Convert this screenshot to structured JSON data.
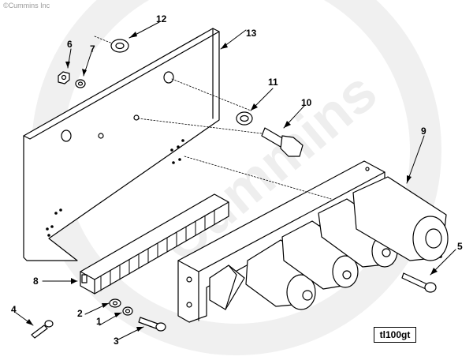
{
  "copyright": "©Cummins Inc",
  "watermark": {
    "logo_text": "Cummins"
  },
  "reference_code": "tl100gt",
  "callouts": [
    {
      "label": "1"
    },
    {
      "label": "2"
    },
    {
      "label": "3"
    },
    {
      "label": "4"
    },
    {
      "label": "5"
    },
    {
      "label": "6"
    },
    {
      "label": "7"
    },
    {
      "label": "8"
    },
    {
      "label": "9"
    },
    {
      "label": "10"
    },
    {
      "label": "11"
    },
    {
      "label": "12"
    },
    {
      "label": "13"
    }
  ]
}
